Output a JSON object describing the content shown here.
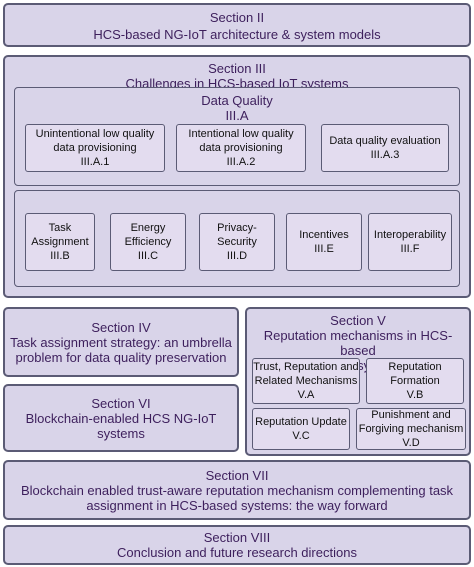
{
  "section2": {
    "title": "Section II",
    "subtitle": "HCS-based NG-IoT architecture & system models"
  },
  "section3": {
    "title": "Section III\nChallenges in HCS-based IoT systems",
    "data_quality": {
      "title": "Data Quality\nIII.A",
      "items": [
        "Unintentional low quality\ndata provisioning\nIII.A.1",
        "Intentional low quality\ndata provisioning\nIII.A.2",
        "Data quality evaluation\nIII.A.3"
      ]
    },
    "challenges": [
      "Task\nAssignment\nIII.B",
      "Energy\nEfficiency\nIII.C",
      "Privacy-\nSecurity\nIII.D",
      "Incentives\nIII.E",
      "Interoperability\nIII.F"
    ]
  },
  "section4": "Section IV\nTask assignment strategy: an umbrella\nproblem for data quality preservation",
  "section5": {
    "title": "Section V\nReputation mechanisms in HCS-based\nNG-IoT systems",
    "items": [
      "Trust, Reputation and\nRelated Mechanisms\nV.A",
      "Reputation\nFormation\nV.B",
      "Reputation Update\nV.C",
      "Punishment and\nForgiving mechanism\nV.D"
    ]
  },
  "section6": "Section VI\nBlockchain-enabled HCS NG-IoT systems",
  "section7": "Section VII\nBlockchain enabled trust-aware reputation mechanism complementing task\nassignment in HCS-based systems: the way forward",
  "section8": "Section VIII\nConclusion and future research directions",
  "colors": {
    "box_fill": "#d9d4e9",
    "leaf_fill": "#e3dcef",
    "border": "#5b5b75",
    "heading_text": "#3d1f5c"
  }
}
